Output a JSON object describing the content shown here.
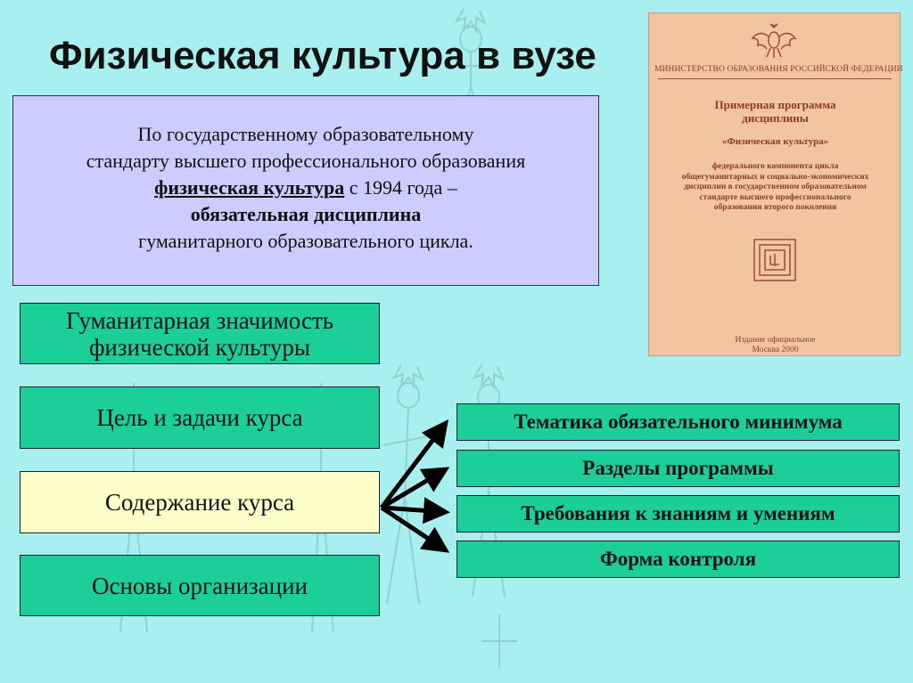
{
  "title": "Физическая культура в вузе",
  "intro": {
    "line1": "По государственному образовательному",
    "line2": "стандарту высшего профессионального образования",
    "term": "физическая культура",
    "line3_rest": " с 1994 года –",
    "line4": "обязательная дисциплина",
    "line5": "гуманитарного образовательного цикла."
  },
  "left_items": [
    {
      "line1": "Гуманитарная значимость",
      "line2": "физической культуры"
    },
    {
      "label": "Цель и задачи курса"
    },
    {
      "label": "Содержание курса"
    },
    {
      "label": "Основы организации"
    }
  ],
  "right_items": [
    "Тематика обязательного минимума",
    "Разделы программы",
    "Требования к знаниям и умениям",
    "Форма контроля"
  ],
  "document": {
    "ministry": "МИНИСТЕРСТВО ОБРАЗОВАНИЯ РОССИЙСКОЙ ФЕДЕРАЦИИ",
    "title_line1": "Примерная программа",
    "title_line2": "дисциплины",
    "subtitle": "«Физическая культура»",
    "body": [
      "федерального компонента цикла",
      "общегуманитарных и социально-экономических",
      "дисциплин в государственном образовательном",
      "стандарте высшего профессионального",
      "образования второго поколения"
    ],
    "footer_line1": "Издание официальное",
    "footer_line2": "Москва  2000"
  },
  "colors": {
    "background": "#a8efef",
    "intro_box": "#ccccff",
    "green_box": "#1ccf9a",
    "highlight_box": "#ffffcc",
    "document": "#f2c5a2"
  }
}
